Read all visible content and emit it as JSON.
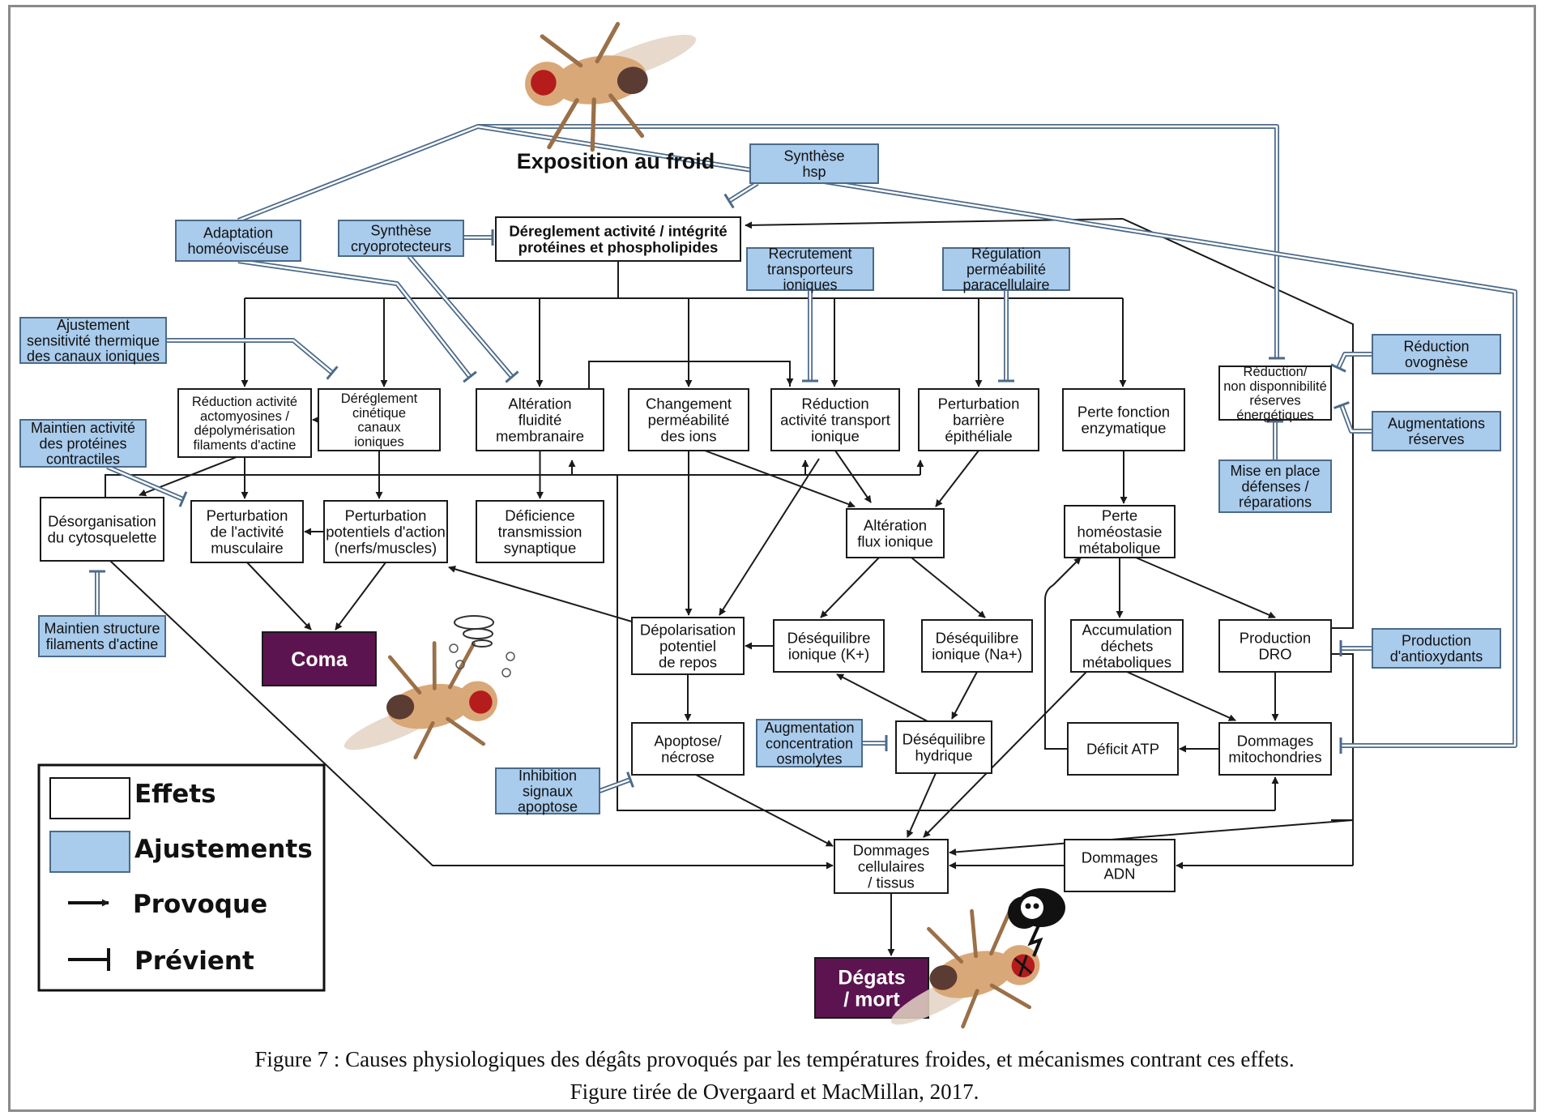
{
  "colors": {
    "effect_fill": "#ffffff",
    "adjust_fill": "#a9cbec",
    "adjust_stroke": "#4c6a89",
    "terminal_fill": "#5c1450",
    "line": "#1a1a1a",
    "adjust_line": "#4c6a89"
  },
  "title": "Exposition au froid",
  "nodes": [
    {
      "id": "dereg",
      "type": "effect",
      "bold": true,
      "lines": [
        "Déreglement activité / intégrité",
        "protéines et phospholipides"
      ]
    },
    {
      "id": "reduc_acto",
      "type": "effect",
      "lines": [
        "Réduction activité",
        "actomyosines /",
        "dépolymérisation",
        "filaments d'actine"
      ]
    },
    {
      "id": "dereg_cin",
      "type": "effect",
      "lines": [
        "Déréglement",
        "cinétique",
        "canaux",
        "ioniques"
      ]
    },
    {
      "id": "alt_fluid",
      "type": "effect",
      "lines": [
        "Altération",
        "fluidité",
        "membranaire"
      ]
    },
    {
      "id": "chg_perm",
      "type": "effect",
      "lines": [
        "Changement",
        "perméabilité",
        "des ions"
      ]
    },
    {
      "id": "red_trans",
      "type": "effect",
      "lines": [
        "Réduction",
        "activité transport",
        "ionique"
      ]
    },
    {
      "id": "pert_barr",
      "type": "effect",
      "lines": [
        "Perturbation",
        "barrière",
        "épithéliale"
      ]
    },
    {
      "id": "perte_enz",
      "type": "effect",
      "lines": [
        "Perte fonction",
        "enzymatique"
      ]
    },
    {
      "id": "reduc_nondisp",
      "type": "effect",
      "lines": [
        "Réduction/",
        "non disponnibilité",
        "réserves",
        "énergétiques"
      ]
    },
    {
      "id": "desorg",
      "type": "effect",
      "lines": [
        "Désorganisation",
        "du cytosquelette"
      ]
    },
    {
      "id": "pert_musc",
      "type": "effect",
      "lines": [
        "Perturbation",
        "de l'activité",
        "musculaire"
      ]
    },
    {
      "id": "pert_pot",
      "type": "effect",
      "lines": [
        "Perturbation",
        "potentiels d'action",
        "(nerfs/muscles)"
      ]
    },
    {
      "id": "defic",
      "type": "effect",
      "lines": [
        "Déficience",
        "transmission",
        "synaptique"
      ]
    },
    {
      "id": "alt_flux",
      "type": "effect",
      "lines": [
        "Altération",
        "flux ionique"
      ]
    },
    {
      "id": "perte_homeo",
      "type": "effect",
      "lines": [
        "Perte",
        "homéostasie",
        "métabolique"
      ]
    },
    {
      "id": "depol",
      "type": "effect",
      "lines": [
        "Dépolarisation",
        "potentiel",
        "de repos"
      ]
    },
    {
      "id": "deseq_k",
      "type": "effect",
      "lines": [
        "Déséquilibre",
        "ionique (K+)"
      ]
    },
    {
      "id": "deseq_na",
      "type": "effect",
      "lines": [
        "Déséquilibre",
        "ionique (Na+)"
      ]
    },
    {
      "id": "accum",
      "type": "effect",
      "lines": [
        "Accumulation",
        "déchets",
        "métaboliques"
      ]
    },
    {
      "id": "prod_dro",
      "type": "effect",
      "lines": [
        "Production",
        "DRO"
      ]
    },
    {
      "id": "apopt",
      "type": "effect",
      "lines": [
        "Apoptose/",
        "nécrose"
      ]
    },
    {
      "id": "deseq_h",
      "type": "effect",
      "lines": [
        "Déséquilibre",
        "hydrique"
      ]
    },
    {
      "id": "deficit",
      "type": "effect",
      "lines": [
        "Déficit ATP"
      ]
    },
    {
      "id": "domm_mito",
      "type": "effect",
      "lines": [
        "Dommages",
        "mitochondries"
      ]
    },
    {
      "id": "domm_cell",
      "type": "effect",
      "lines": [
        "Dommages",
        "cellulaires",
        "/ tissus"
      ]
    },
    {
      "id": "domm_adn",
      "type": "effect",
      "lines": [
        "Dommages",
        "ADN"
      ]
    },
    {
      "id": "adapt",
      "type": "adjust",
      "lines": [
        "Adaptation",
        "homéoviscéuse"
      ]
    },
    {
      "id": "synth_cryo",
      "type": "adjust",
      "lines": [
        "Synthèse",
        "cryoprotecteurs"
      ]
    },
    {
      "id": "synth_hsp",
      "type": "adjust",
      "lines": [
        "Synthèse",
        "hsp"
      ]
    },
    {
      "id": "recrut",
      "type": "adjust",
      "lines": [
        "Recrutement",
        "transporteurs",
        "ioniques"
      ]
    },
    {
      "id": "regul",
      "type": "adjust",
      "lines": [
        "Régulation",
        "perméabilité",
        "paracellulaire"
      ]
    },
    {
      "id": "ajust_sens",
      "type": "adjust",
      "lines": [
        "Ajustement",
        "sensitivité thermique",
        "des canaux ioniques"
      ]
    },
    {
      "id": "maint_prot",
      "type": "adjust",
      "lines": [
        "Maintien activité",
        "des protéines",
        "contractiles"
      ]
    },
    {
      "id": "maint_struct",
      "type": "adjust",
      "lines": [
        "Maintien structure",
        "filaments d'actine"
      ]
    },
    {
      "id": "reduc_ovo",
      "type": "adjust",
      "lines": [
        "Réduction",
        "ovognèse"
      ]
    },
    {
      "id": "augm_res",
      "type": "adjust",
      "lines": [
        "Augmentations",
        "réserves"
      ]
    },
    {
      "id": "mise_place",
      "type": "adjust",
      "lines": [
        "Mise en place",
        "défenses /",
        "réparations"
      ]
    },
    {
      "id": "prod_anti",
      "type": "adjust",
      "lines": [
        "Production",
        "d'antioxydants"
      ]
    },
    {
      "id": "augm_osmo",
      "type": "adjust",
      "lines": [
        "Augmentation",
        "concentration",
        "osmolytes"
      ]
    },
    {
      "id": "inhib",
      "type": "adjust",
      "lines": [
        "Inhibition",
        "signaux",
        "apoptose"
      ]
    },
    {
      "id": "coma",
      "type": "terminal",
      "lines": [
        "Coma"
      ]
    },
    {
      "id": "degats",
      "type": "terminal",
      "lines": [
        "Dégats",
        "/ mort"
      ]
    }
  ],
  "legend": {
    "effects": "Effets",
    "adjustments": "Ajustements",
    "causes": "Provoque",
    "prevents": "Prévient"
  },
  "caption": {
    "line1": "Figure 7 : Causes physiologiques des dégâts provoqués par les températures froides, et mécanismes contrant ces effets.",
    "line2": "Figure tirée de Overgaard et MacMillan, 2017."
  }
}
